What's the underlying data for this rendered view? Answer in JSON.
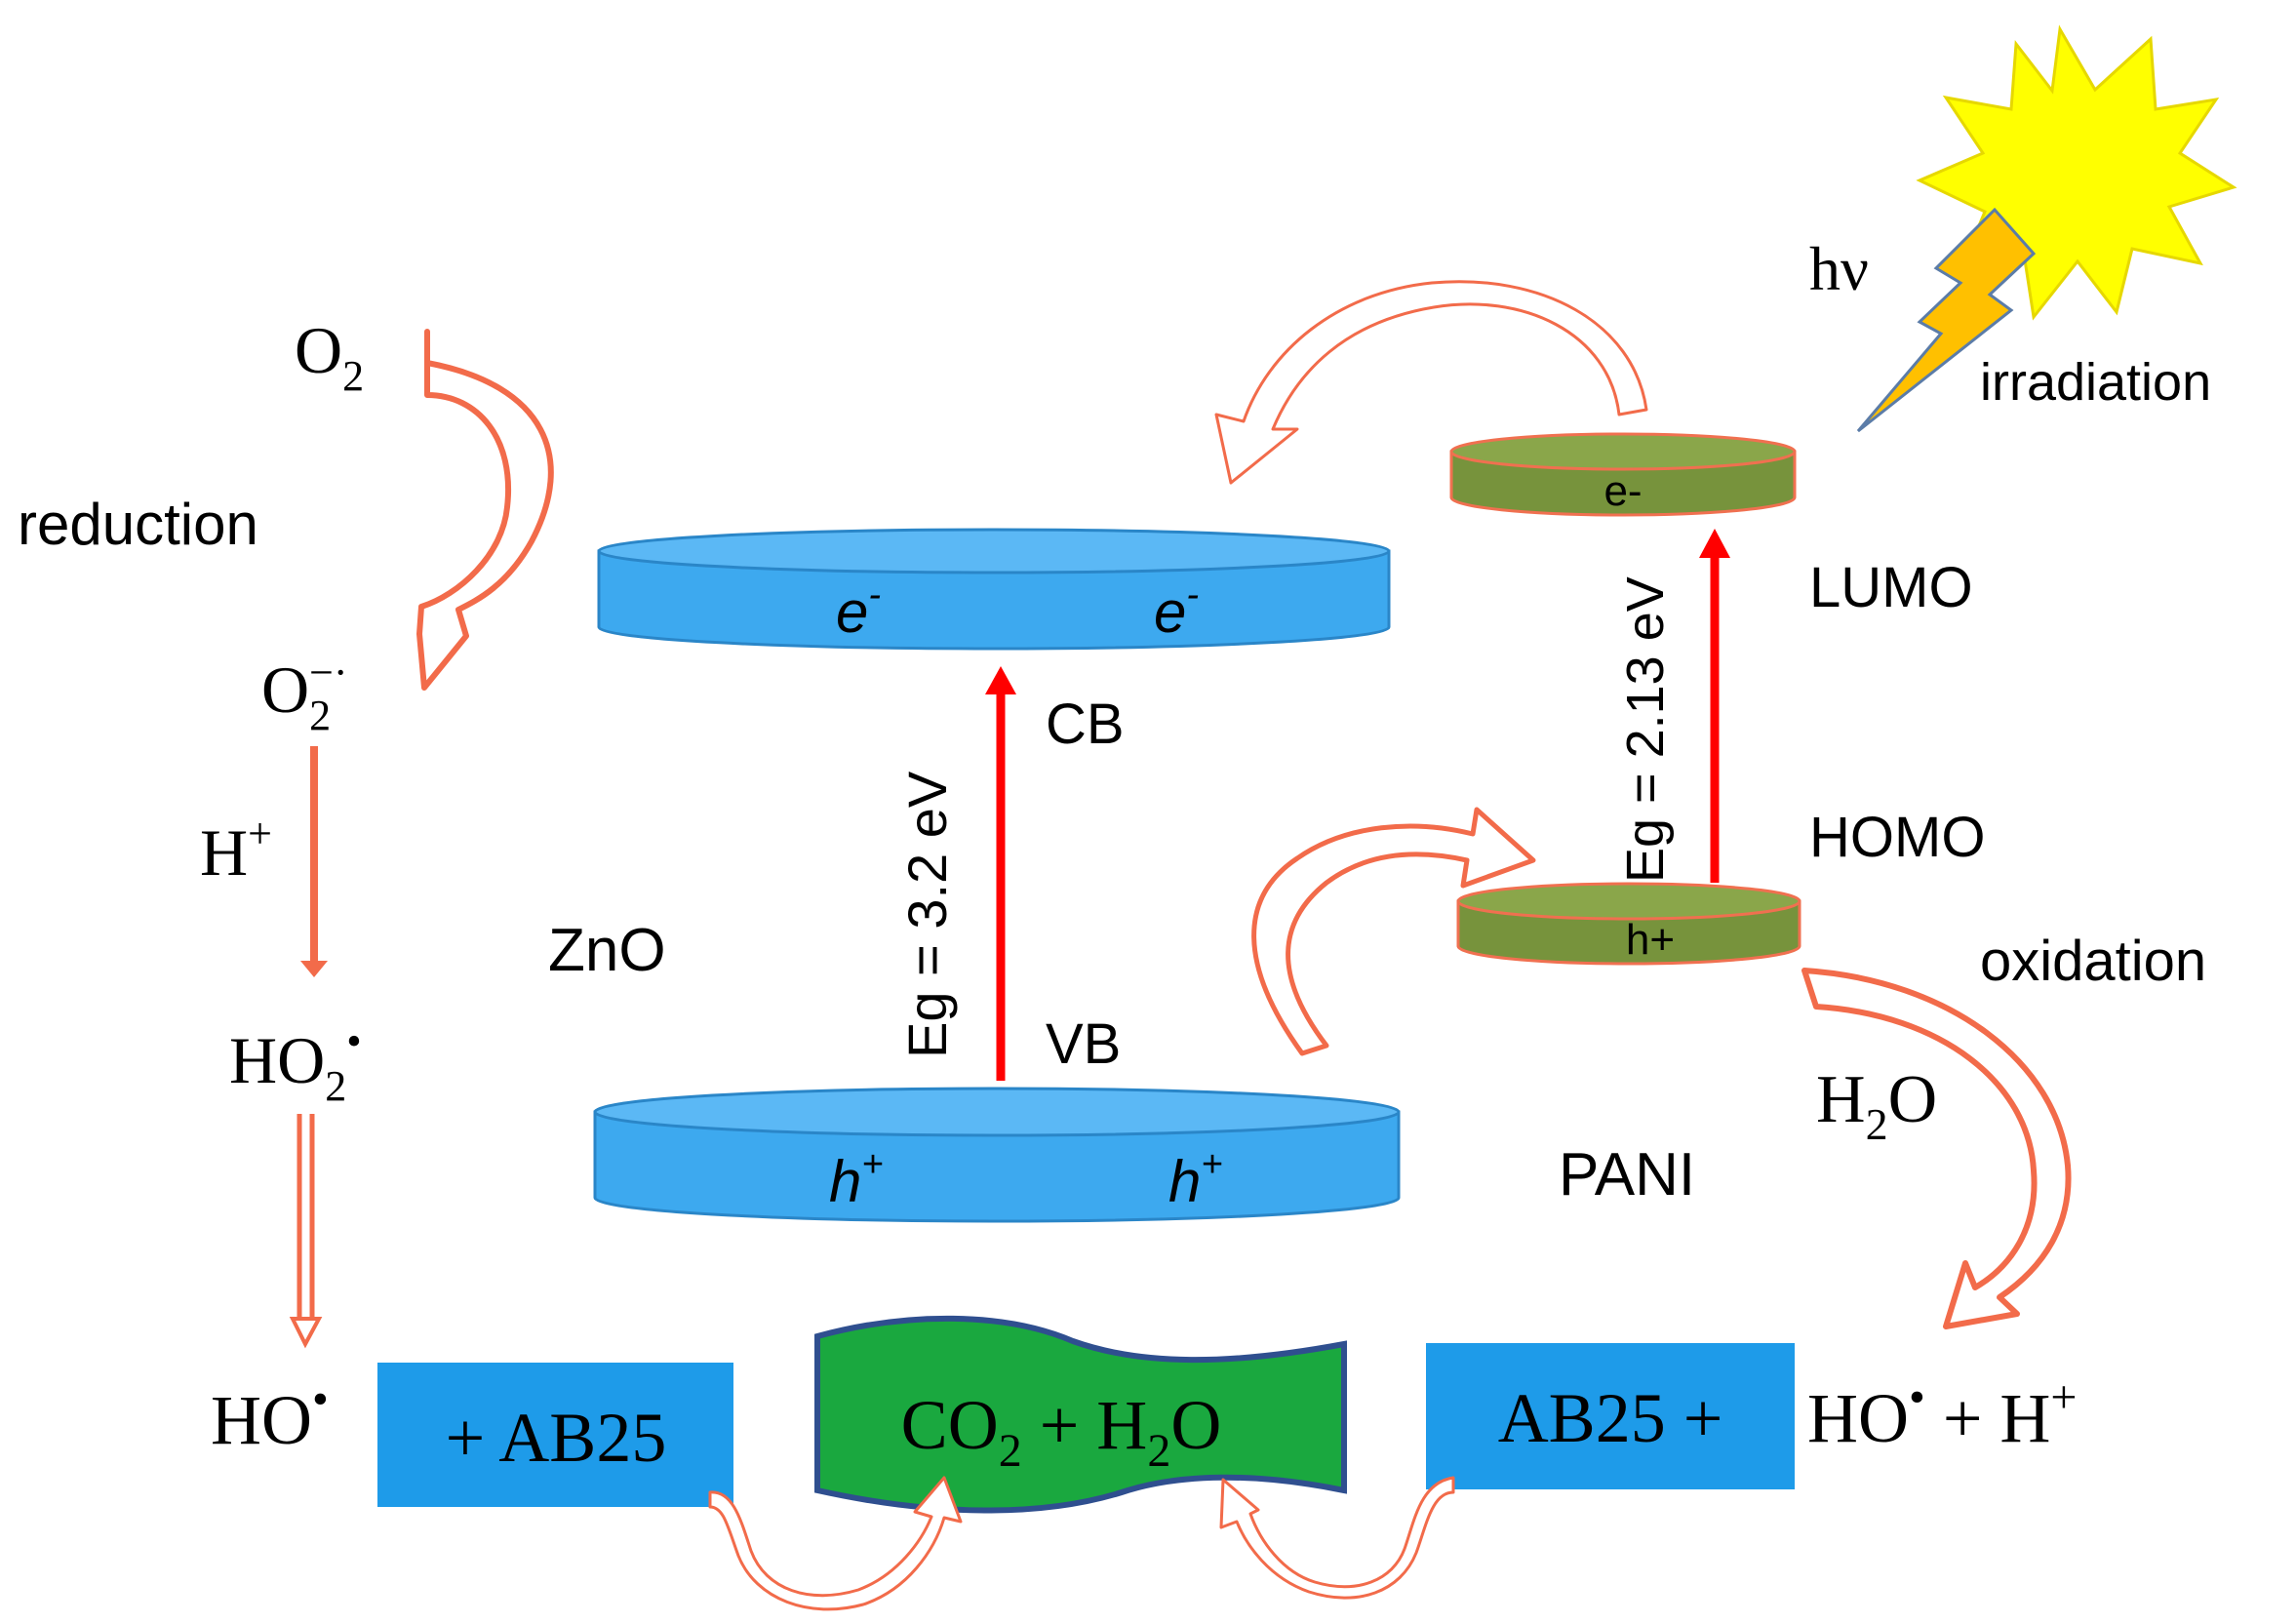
{
  "colors": {
    "band_fill": "#3da9ef",
    "band_edge": "#2a86c8",
    "orbital_fill": "#77933c",
    "orbital_edge": "#f07050",
    "arrow_orange": "#f26b4a",
    "arrow_red": "#ff0000",
    "box_blue": "#1e9be9",
    "wave_green": "#1aa83f",
    "wave_edge": "#2f4f8f",
    "sun_yellow": "#ffff00",
    "bolt_orange": "#ffc000"
  },
  "icons": {
    "sun": "sun-burst-icon",
    "bolt": "lightning-bolt-icon"
  },
  "labels": {
    "hv": "hν",
    "irradiation": "irradiation",
    "reduction": "reduction",
    "oxidation": "oxidation",
    "znO": "ZnO",
    "pani": "PANI",
    "cb": "CB",
    "vb": "VB",
    "lumo": "LUMO",
    "homo": "HOMO",
    "eg_zno": "Eg = 3.2 eV",
    "eg_pani": "Eg = 2.13 eV"
  },
  "species": {
    "o2": {
      "base": "O",
      "sub": "2"
    },
    "o2_radical": {
      "base": "O",
      "sub": "2",
      "sup": "−·"
    },
    "h_plus": {
      "base": "H",
      "sup": "+"
    },
    "ho2_radical": {
      "base": "HO",
      "sub": "2",
      "sup": "•"
    },
    "ho_radical_left": {
      "base": "HO",
      "sup": "•"
    },
    "h2o": {
      "pre": "H",
      "sub": "2",
      "post": "O"
    },
    "ho_h_right": {
      "base": "HO",
      "sup": "•",
      "mid": " + H",
      "sup2": "+"
    }
  },
  "band_carriers": {
    "cb": [
      {
        "sym": "e",
        "sup": "-"
      },
      {
        "sym": "e",
        "sup": "-"
      }
    ],
    "vb": [
      {
        "sym": "h",
        "sup": "+"
      },
      {
        "sym": "h",
        "sup": "+"
      }
    ],
    "lumo": "e-",
    "homo": "h+"
  },
  "boxes": {
    "left": "+ AB25",
    "right": "AB25 +"
  },
  "products": {
    "a": "CO",
    "a_sub": "2",
    "mid": " + H",
    "b_sub": "2",
    "b": "O"
  }
}
